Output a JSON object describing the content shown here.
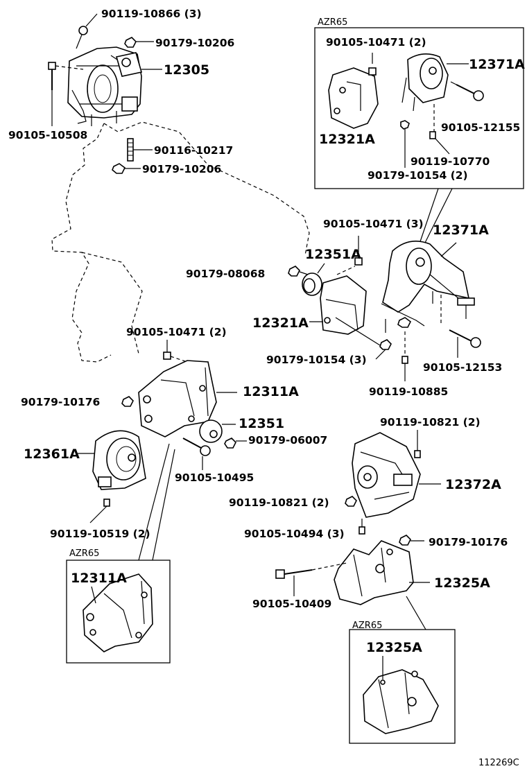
{
  "labels": {
    "p90119_10866": "90119-10866 (3)",
    "p90179_10206_a": "90179-10206",
    "p12305": "12305",
    "p90105_10508": "90105-10508",
    "p90116_10217": "90116-10217",
    "p90179_10206_b": "90179-10206",
    "p90105_10471_3": "90105-10471 (3)",
    "p12351A": "12351A",
    "p90179_08068": "90179-08068",
    "p12371A_main": "12371A",
    "p12321A_main": "12321A",
    "p90179_10154_3": "90179-10154 (3)",
    "p90105_12153": "90105-12153",
    "p90119_10885": "90119-10885",
    "p90105_10471_2_left": "90105-10471 (2)",
    "p12311A_main": "12311A",
    "p90179_10176_left": "90179-10176",
    "p12351": "12351",
    "p90179_06007": "90179-06007",
    "p12361A": "12361A",
    "p90105_10495": "90105-10495",
    "p90119_10519_2": "90119-10519 (2)",
    "p90119_10821_2_top": "90119-10821 (2)",
    "p12372A": "12372A",
    "p90119_10821_2_left": "90119-10821 (2)",
    "p90105_10494_3": "90105-10494 (3)",
    "p90179_10176_right": "90179-10176",
    "p12325A_main": "12325A",
    "p90105_10409": "90105-10409"
  },
  "inset_top": {
    "tag": "AZR65",
    "p90105_10471_2": "90105-10471 (2)",
    "p12371A": "12371A",
    "p12321A": "12321A",
    "p90105_12155": "90105-12155",
    "p90119_10770": "90119-10770",
    "p90179_10154_2": "90179-10154 (2)"
  },
  "inset_left": {
    "tag": "AZR65",
    "p12311A": "12311A"
  },
  "inset_right": {
    "tag": "AZR65",
    "p12325A": "12325A"
  },
  "ref_code": "112269C"
}
